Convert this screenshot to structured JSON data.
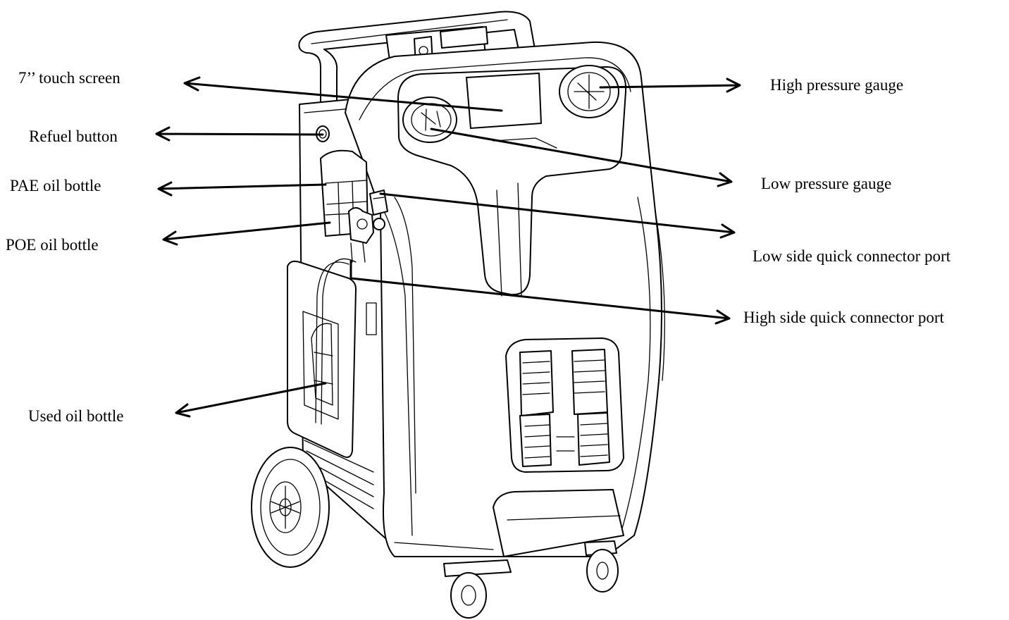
{
  "diagram": {
    "labels": {
      "touch_screen": "7’’ touch screen",
      "refuel_button": "Refuel button",
      "pae_oil_bottle": "PAE oil bottle",
      "poe_oil_bottle": "POE oil bottle",
      "used_oil_bottle": "Used oil bottle",
      "high_pressure_gauge": "High pressure gauge",
      "low_pressure_gauge": "Low pressure gauge",
      "low_side_port": "Low side quick connector port",
      "high_side_port": "High side quick connector port"
    },
    "colors": {
      "line": "#000000",
      "background": "#ffffff"
    }
  }
}
